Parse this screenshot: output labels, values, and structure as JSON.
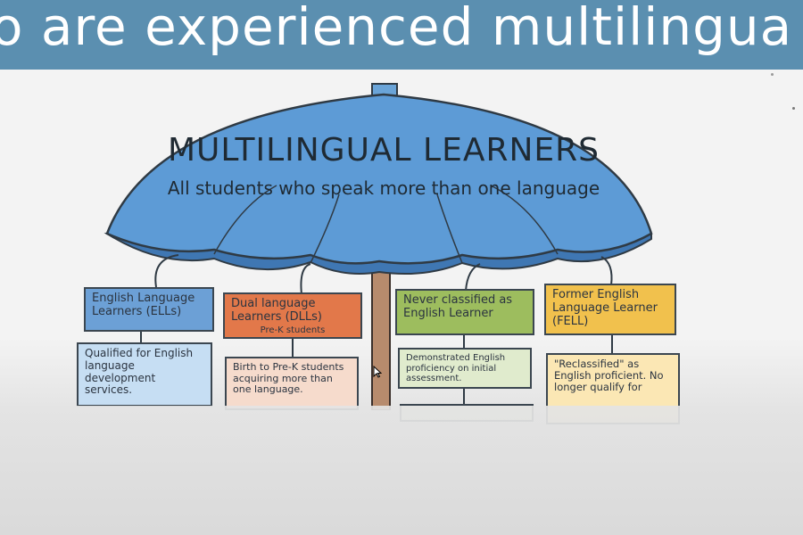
{
  "slide": {
    "title": "o are experienced multilingua"
  },
  "umbrella": {
    "heading": "MULTILINGUAL LEARNERS",
    "subheading": "All students who speak more than one language"
  },
  "categories": [
    {
      "head": "English Language Learners (ELLs)",
      "desc": "Qualified for English language development services."
    },
    {
      "head": "Dual language Learners (DLLs)",
      "sub": "Pre-K students",
      "desc": "Birth to Pre-K students acquiring more than one language."
    },
    {
      "head": "Never classified as English Learner",
      "desc": "Demonstrated English proficiency on initial assessment."
    },
    {
      "head": "Former English Language Learner (FELL)",
      "desc": "\"Reclassified\" as English proficient. No longer qualify for"
    }
  ],
  "colors": {
    "title_bar": "#5b8fb0",
    "canopy": "#5d9bd6",
    "canopy_underside": "#3f77b3",
    "pole": "#b78b6d",
    "ell": "#6ca0d6",
    "dll": "#e2784a",
    "never": "#9dbd5e",
    "former": "#f1c14d"
  }
}
